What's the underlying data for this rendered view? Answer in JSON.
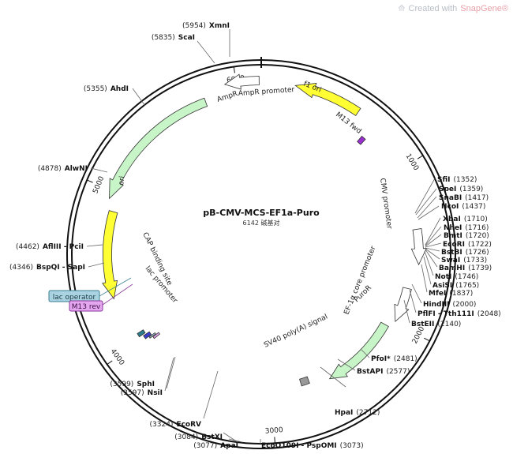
{
  "watermark": {
    "prefix": "Created with",
    "brand": "SnapGene",
    "reg": "®"
  },
  "plasmid": {
    "name": "pB-CMV-MCS-EF1a-Puro",
    "length_label": "6142 碱基对",
    "total_bp": 6142
  },
  "ticks": [
    {
      "label": "1000",
      "pos": 1000
    },
    {
      "label": "2000",
      "pos": 2000
    },
    {
      "label": "3000",
      "pos": 3000
    },
    {
      "label": "4000",
      "pos": 4000
    },
    {
      "label": "5000",
      "pos": 5000
    },
    {
      "label": "6000",
      "pos": 6000
    }
  ],
  "features": [
    {
      "name": "AmpR",
      "start": 5800,
      "end": 4950,
      "color": "#c8f5c8"
    },
    {
      "name": "AmpR promoter",
      "start": 6130,
      "end": 5935,
      "color": "#ffffff"
    },
    {
      "name": "f1 ori",
      "start": 585,
      "end": 195,
      "color": "#ffff33"
    },
    {
      "name": "M13 fwd",
      "start": 720,
      "end": 690,
      "color": "#9a2fd0"
    },
    {
      "name": "ori",
      "start": 4880,
      "end": 4320,
      "color": "#ffff33"
    },
    {
      "name": "CMV promoter",
      "start": 1380,
      "end": 1600,
      "color": "#ffffff"
    },
    {
      "name": "EF-1α core promoter",
      "start": 1760,
      "end": 1990,
      "color": "#ffffff"
    },
    {
      "name": "PuroR",
      "start": 2040,
      "end": 2580,
      "color": "#c8f5c8"
    },
    {
      "name": "SV40 poly(A) signal",
      "start": 2720,
      "end": 2780,
      "color": "#999999"
    },
    {
      "name": "CAP binding site",
      "start": 4025,
      "end": 4050,
      "color": "#2a7e8e"
    },
    {
      "name": "lac promoter",
      "start": 3990,
      "end": 4015,
      "color": "#3b3bd0"
    },
    {
      "name": "lac operator",
      "start": 3975,
      "end": 3985,
      "color": "#a9d3e0"
    },
    {
      "name": "M13 rev",
      "start": 3955,
      "end": 3970,
      "color": "#e4a6ef"
    }
  ],
  "sites": [
    {
      "name": "XmnI",
      "pos": "(5954)"
    },
    {
      "name": "ScaI",
      "pos": "(5835)"
    },
    {
      "name": "AhdI",
      "pos": "(5355)"
    },
    {
      "name": "AlwNI",
      "pos": "(4878)"
    },
    {
      "name": "AflIII - PciI",
      "pos": "(4462)"
    },
    {
      "name": "BspQI - SapI",
      "pos": "(4346)"
    },
    {
      "name": "SfiI",
      "pos": "(1352)"
    },
    {
      "name": "SpeI",
      "pos": "(1359)"
    },
    {
      "name": "SnaBI",
      "pos": "(1417)"
    },
    {
      "name": "NcoI",
      "pos": "(1437)"
    },
    {
      "name": "XbaI",
      "pos": "(1710)"
    },
    {
      "name": "NheI",
      "pos": "(1716)"
    },
    {
      "name": "BmtI",
      "pos": "(1720)"
    },
    {
      "name": "EcoRI",
      "pos": "(1722)"
    },
    {
      "name": "BstBI",
      "pos": "(1726)"
    },
    {
      "name": "SwaI",
      "pos": "(1733)"
    },
    {
      "name": "BamHI",
      "pos": "(1739)"
    },
    {
      "name": "NotI",
      "pos": "(1746)"
    },
    {
      "name": "AsiSI",
      "pos": "(1765)"
    },
    {
      "name": "MfeI",
      "pos": "(1837)"
    },
    {
      "name": "HindIII",
      "pos": "(2000)"
    },
    {
      "name": "PflFI - Tth111I",
      "pos": "(2048)"
    },
    {
      "name": "BstEII",
      "pos": "(2140)"
    },
    {
      "name": "PfoI*",
      "pos": "(2481)"
    },
    {
      "name": "BstAPI",
      "pos": "(2577)"
    },
    {
      "name": "HpaI",
      "pos": "(2712)"
    },
    {
      "name": "EcoO109I - PspOMI",
      "pos": "(3073)"
    },
    {
      "name": "ApaI",
      "pos": "(3077)"
    },
    {
      "name": "BstXI",
      "pos": "(3084)"
    },
    {
      "name": "EcoRV",
      "pos": "(3324)"
    },
    {
      "name": "NsiI",
      "pos": "(3597)"
    },
    {
      "name": "SphI",
      "pos": "(3599)"
    }
  ],
  "tags": [
    {
      "name": "lac operator",
      "bg": "#a9d3e0",
      "border": "#3c7f93"
    },
    {
      "name": "M13 rev",
      "bg": "#e4a6ef",
      "border": "#8a3b9c"
    }
  ]
}
